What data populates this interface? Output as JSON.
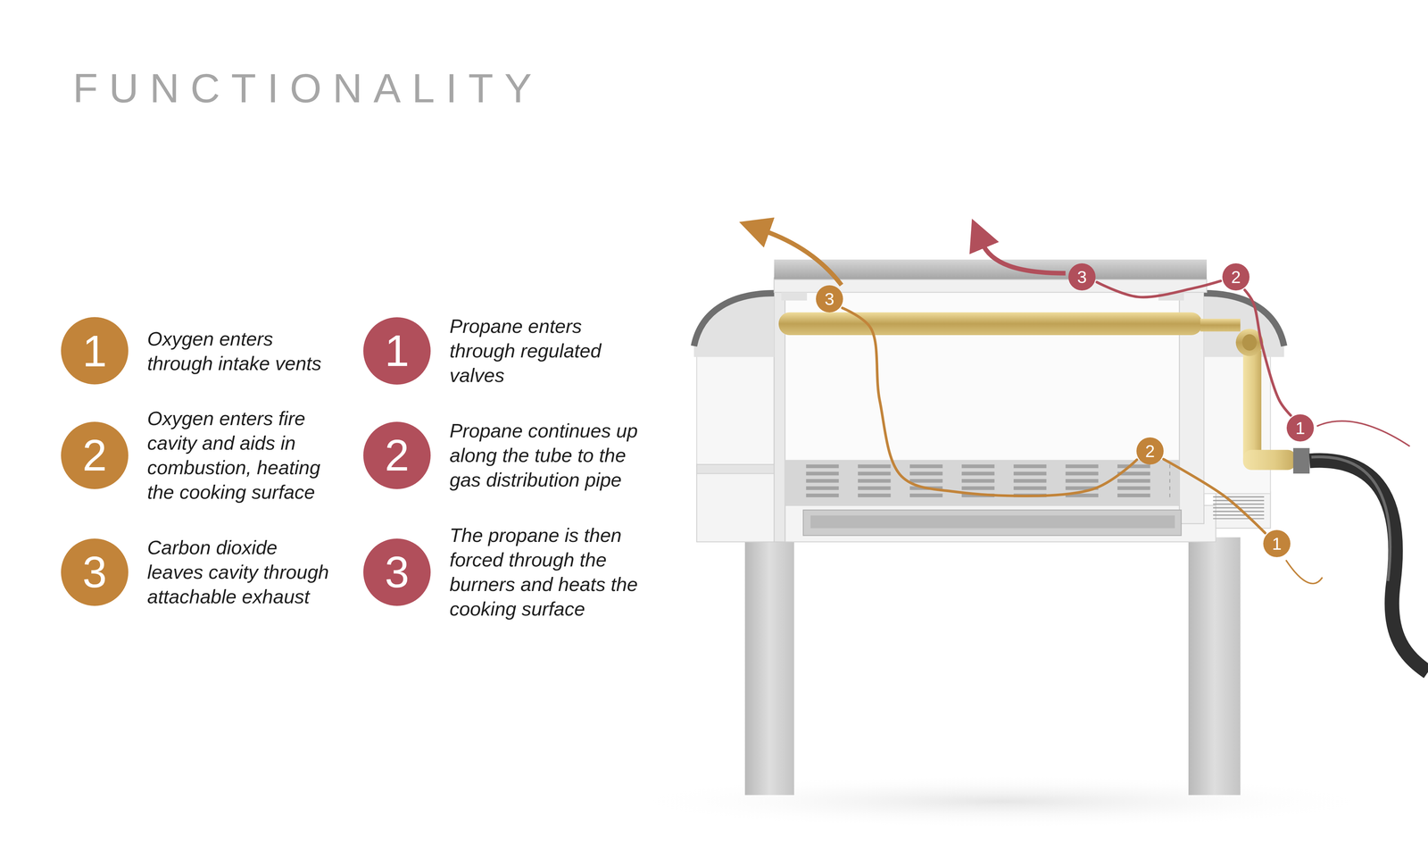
{
  "diagram": {
    "title": "FUNCTIONALITY",
    "nodes": [
      {
        "text": [
          "1",
          "Oxygen enters through intake vents"
        ]
      },
      {
        "text": [
          "2",
          "Oxygen enters fire cavity and aids in combustion, heating the cooking surface"
        ]
      },
      {
        "text": [
          "3",
          "Carbon dioxide leaves cavity through attachable exhaust"
        ]
      },
      {
        "text": [
          "1",
          "Propane enters through regulated valves"
        ]
      },
      {
        "text": [
          "2",
          "Propane continues up along the tube to the gas distribution pipe"
        ]
      },
      {
        "text": [
          "3",
          "The propane is then forced through the burners and heats the cooking surface"
        ]
      },
      {
        "text": [
          "1"
        ]
      },
      {
        "text": [
          "2"
        ]
      },
      {
        "text": [
          "3"
        ]
      },
      {
        "text": [
          "1"
        ]
      },
      {
        "text": [
          "2"
        ]
      },
      {
        "text": [
          "3"
        ]
      }
    ],
    "edges": [
      {
        "from": 6,
        "to": 7,
        "arrow": "none"
      },
      {
        "from": 7,
        "to": 8,
        "arrow": "none"
      },
      {
        "from": 9,
        "to": 10,
        "arrow": "none"
      },
      {
        "from": 10,
        "to": 11,
        "arrow": "none"
      }
    ]
  }
}
